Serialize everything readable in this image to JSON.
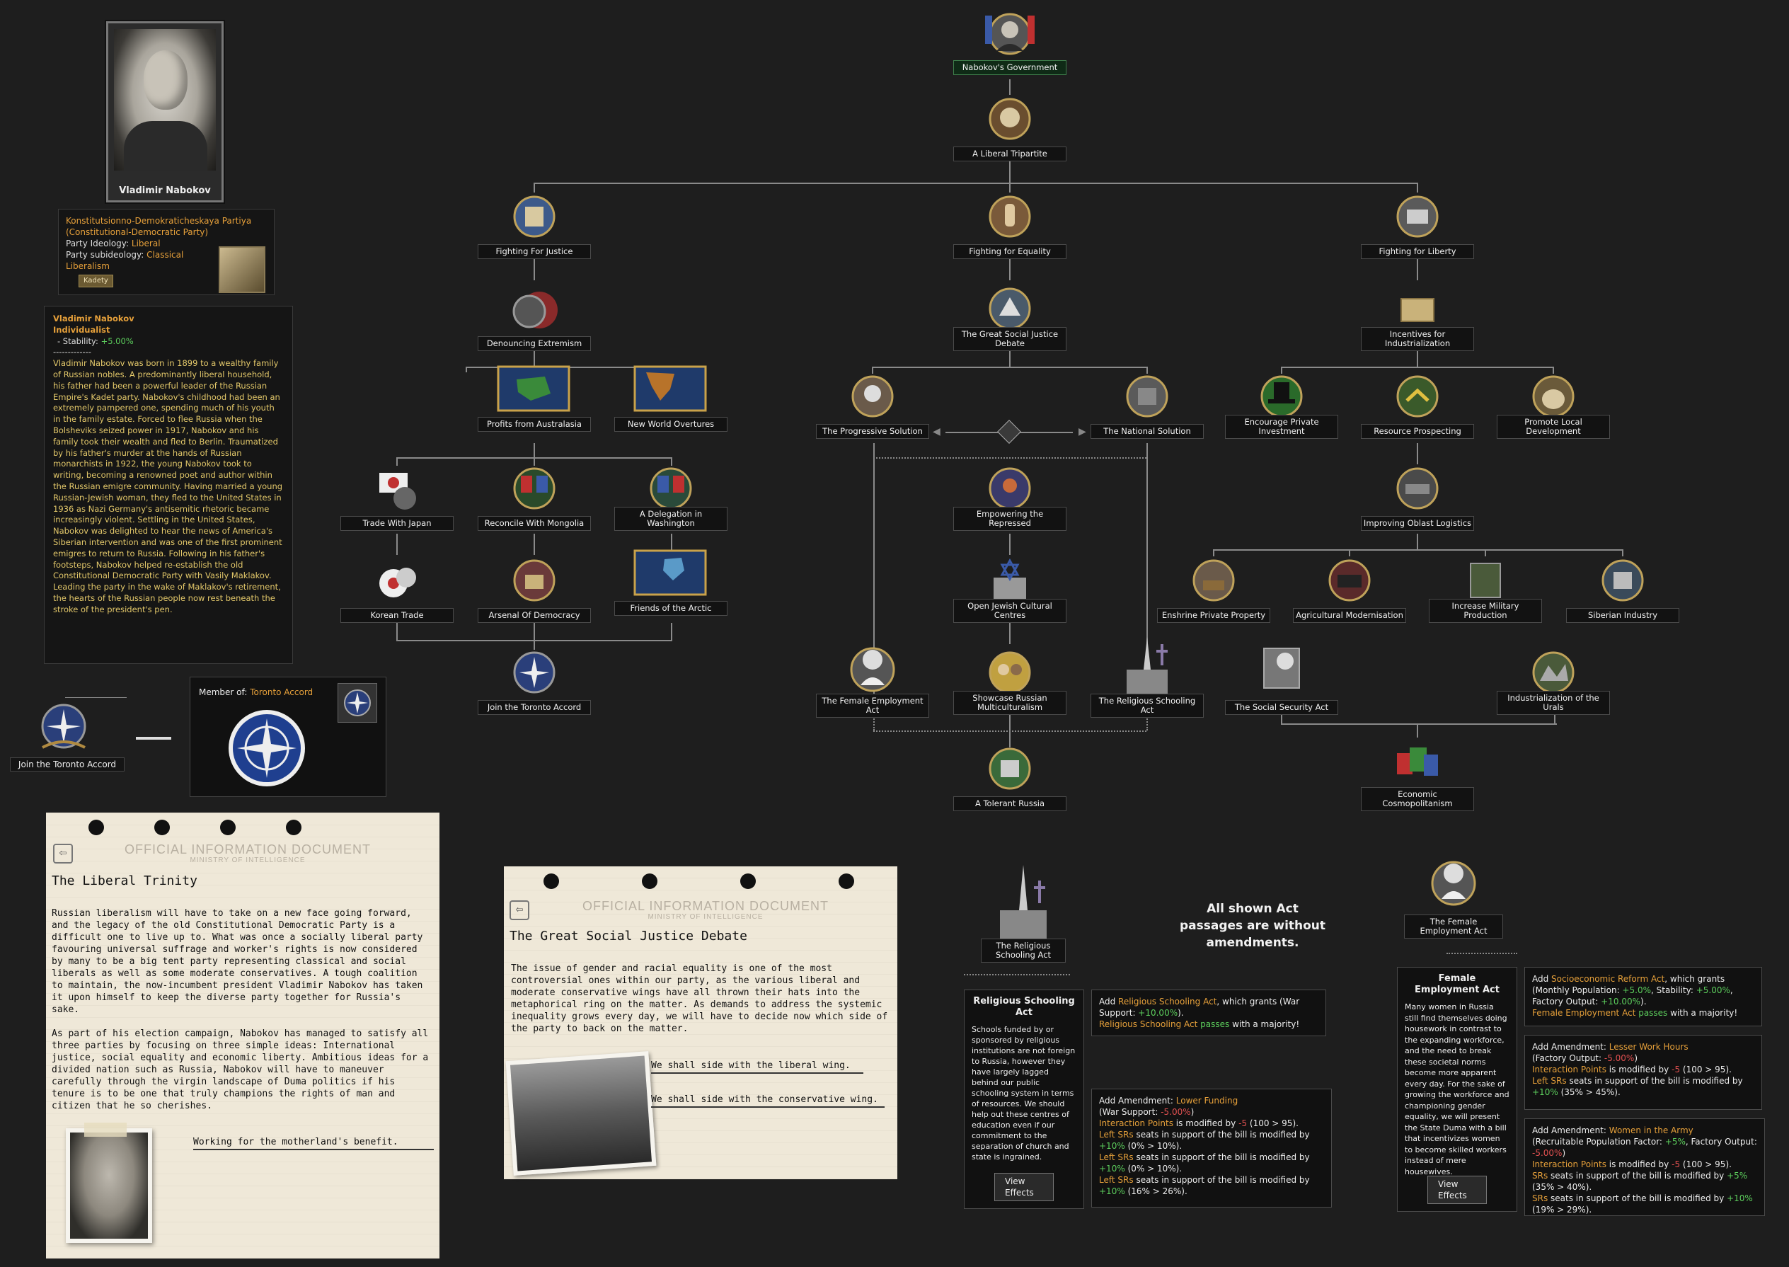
{
  "leader": {
    "name": "Vladimir Nabokov"
  },
  "party": {
    "name_line1": "Konstitutsionno-Demokraticheskaya Partiya",
    "name_line2": "(Constitutional-Democratic Party)",
    "ideology_label": "Party Ideology:",
    "ideology": "Liberal",
    "subideology_label": "Party subideology:",
    "subideology": "Classical Liberalism",
    "short_name": "Kadety"
  },
  "bio": {
    "name": "Vladimir Nabokov",
    "trait": "Individualist",
    "stat_label": "- Stability:",
    "stat_value": "+5.00%",
    "divider": "-------------",
    "text": "Vladimir Nabokov was born in 1899 to a wealthy family of Russian nobles. A predominantly liberal household, his father had been a powerful leader of the Russian Empire's Kadet party. Nabokov's childhood had been an extremely pampered one, spending much of his youth in the family estate. Forced to flee Russia when the Bolsheviks seized power in 1917, Nabokov and his family took their wealth and fled to Berlin. Traumatized by his father's murder at the hands of Russian monarchists in 1922, the young Nabokov took to writing, becoming a renowned poet and author within the Russian emigre community. Having married a young Russian-Jewish woman, they fled to the United States in 1936 as Nazi Germany's antisemitic rhetoric became increasingly violent. Settling in the United States, Nabokov was delighted to hear the news of America's Siberian intervention and was one of the first prominent emigres to return to Russia. Following in his father's footsteps, Nabokov helped re-establish the old Constitutional Democratic Party with Vasily Maklakov. Leading the party in the wake of Maklakov's retirement, the hearts of the Russian people now rest beneath the stroke of the president's pen."
  },
  "faction": {
    "focus_label": "Join the Toronto Accord",
    "member_label": "Member of:",
    "member_value": "Toronto Accord"
  },
  "doc1": {
    "header": "OFFICIAL INFORMATION DOCUMENT",
    "subheader": "MINISTRY OF INTELLIGENCE",
    "title": "The Liberal Trinity",
    "para1": "Russian liberalism will have to take on a new face going forward, and the legacy of the old Constitutional Democratic Party is a difficult one to live up to. What was once a socially liberal party favouring universal suffrage and worker's rights is now considered by many to be a big tent party representing classical and social liberals as well as some moderate conservatives. A tough coalition to maintain, the now-incumbent president Vladimir Nabokov has taken it upon himself to keep the diverse party together for Russia's sake.",
    "para2": "As part of his election campaign, Nabokov has managed to satisfy all three parties by focusing on three simple ideas: International justice, social equality and economic liberty. Ambitious ideas for a divided nation such as Russia, Nabokov will have to maneuver carefully through the virgin landscape of Duma politics if his tenure is to be one that truly champions the rights of man and citizen that he so cherishes.",
    "option1": "Working for the motherland's benefit."
  },
  "doc2": {
    "header": "OFFICIAL INFORMATION DOCUMENT",
    "subheader": "MINISTRY OF INTELLIGENCE",
    "title": "The Great Social Justice Debate",
    "para1": "The issue of gender and racial equality is one of the most controversial ones within our party, as the various liberal and moderate conservative wings have all thrown their hats into the metaphorical ring on the matter. As demands to address the systemic inequality grows every day, we will have to decide now which side of the party to back on the matter.",
    "option1": "We shall side with the liberal wing.",
    "option2": "We shall side with the conservative wing."
  },
  "tree": {
    "n1": "Nabokov's Government",
    "n2": "A Liberal Tripartite",
    "justice": "Fighting For Justice",
    "equality": "Fighting for Equality",
    "liberty": "Fighting for Liberty",
    "extremism": "Denouncing Extremism",
    "debate": "The Great Social Justice Debate",
    "incentives": "Incentives for Industrialization",
    "australasia": "Profits from Australasia",
    "newworld": "New World Overtures",
    "progressive": "The Progressive Solution",
    "national": "The National Solution",
    "private": "Encourage Private Investment",
    "prospecting": "Resource Prospecting",
    "local": "Promote Local Development",
    "japan": "Trade With Japan",
    "mongolia": "Reconcile With Mongolia",
    "washington": "A Delegation in Washington",
    "empowering": "Empowering the Repressed",
    "oblast": "Improving Oblast Logistics",
    "korean": "Korean Trade",
    "arsenal": "Arsenal Of Democracy",
    "arctic": "Friends of the Arctic",
    "jewish": "Open Jewish Cultural Centres",
    "enshrine": "Enshrine Private Property",
    "agri": "Agricultural Modernisation",
    "military": "Increase Military Production",
    "siberian": "Siberian Industry",
    "toronto": "Join the Toronto Accord",
    "female": "The Female Employment Act",
    "multicult": "Showcase Russian Multiculturalism",
    "religious": "The Religious Schooling Act",
    "social": "The Social Security Act",
    "urals": "Industrialization of the Urals",
    "tolerant": "A Tolerant Russia",
    "cosmo": "Economic Cosmopolitanism"
  },
  "note": "All shown Act passages are without amendments.",
  "religious_panel": {
    "node_label": "The Religious Schooling Act",
    "title": "Religious Schooling Act",
    "desc": "Schools funded by or sponsored by religious institutions are not foreign to Russia, however they have largely lagged behind our public schooling system in terms of resources. We should help out these centres of education even if our commitment to the separation of church and state is ingrained.",
    "button": "View Effects",
    "effect1_a": "Add ",
    "effect1_b": "Religious Schooling Act",
    "effect1_c": ", which grants (War Support: ",
    "effect1_d": "+10.00%",
    "effect1_e": ").",
    "effect1_f": "Religious Schooling Act",
    "effect1_g": "passes",
    "effect1_h": "with a majority!",
    "amend_a": "Add Amendment: ",
    "amend_b": "Lower Funding",
    "amend_c": "(War Support: ",
    "amend_d": "-5.00%",
    "amend_e": ")",
    "amend_ip": "Interaction Points",
    "amend_ip_mod": "is modified by",
    "amend_ip_val": "-5",
    "amend_ip_rng": "(100 > 95).",
    "l1": "Left SRs",
    "l1t": "seats in support of the bill is modified by",
    "l1v": "+10%",
    "l1r": "(0% > 10%).",
    "l2": "Left SRs",
    "l2t": "seats in support of the bill is modified by",
    "l2v": "+10%",
    "l2r": "(0% > 10%).",
    "l3": "Left SRs",
    "l3t": "seats in support of the bill is modified by",
    "l3v": "+10%",
    "l3r": "(16% > 26%)."
  },
  "female_panel": {
    "node_label": "The Female Employment Act",
    "title": "Female Employment Act",
    "desc": "Many women in Russia still find themselves doing housework in contrast to the expanding workforce, and the need to break these societal norms become more apparent every day. For the sake of growing the workforce and championing gender equality, we will present the State Duma with a bill that incentivizes women to become skilled workers instead of mere housewives.",
    "button": "View Effects",
    "e1_a": "Add ",
    "e1_b": "Socioeconomic Reform Act",
    "e1_c": ", which grants (Monthly Population: ",
    "e1_d": "+5.0%",
    "e1_e": ", Stability: ",
    "e1_f": "+5.00%",
    "e1_g": ", Factory Output: ",
    "e1_h": "+10.00%",
    "e1_i": ").",
    "e1_j": "Female Employment Act",
    "e1_k": "passes",
    "e1_l": "with a majority!",
    "a1_a": "Add Amendment: ",
    "a1_b": "Lesser Work Hours",
    "a1_c": "(Factory Output: ",
    "a1_d": "-5.00%",
    "a1_e": ")",
    "a1_ip": "Interaction Points",
    "a1_ipt": "is modified by",
    "a1_ipv": "-5",
    "a1_ipr": "(100 > 95).",
    "a1_l": "Left SRs",
    "a1_lt": "seats in support of the bill is modified by",
    "a1_lv": "+10%",
    "a1_lr": "(35% > 45%).",
    "a2_a": "Add Amendment: ",
    "a2_b": "Women in the Army",
    "a2_c": "(Recruitable Population Factor: ",
    "a2_d": "+5%",
    "a2_e": ", Factory Output: ",
    "a2_f": "-5.00%",
    "a2_g": ")",
    "a2_ip": "Interaction Points",
    "a2_ipt": "is modified by",
    "a2_ipv": "-5",
    "a2_ipr": "(100 > 95).",
    "a2_s1": "SRs",
    "a2_s1t": "seats in support of the bill is modified by",
    "a2_s1v": "+5%",
    "a2_s1r": "(35% > 40%).",
    "a2_s2": "SRs",
    "a2_s2t": "seats in support of the bill is modified by",
    "a2_s2v": "+10%",
    "a2_s2r": "(19% > 29%)."
  },
  "colors": {
    "gold": "#e6a03a",
    "green": "#5ccd5c",
    "red": "#e05050",
    "background": "#1e1e1e"
  }
}
